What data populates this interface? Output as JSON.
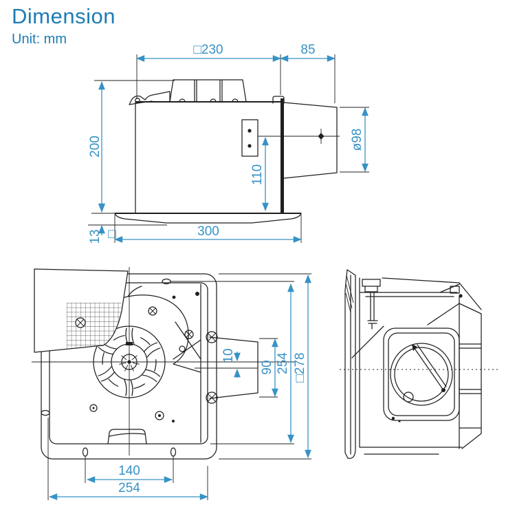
{
  "page": {
    "title": "Dimension",
    "unit_label": "Unit: mm"
  },
  "colors": {
    "accent_title": "#1d7cb4",
    "dimension_blue": "#3792c5",
    "line_black": "#1f1f1f"
  },
  "views": {
    "side": {
      "label": "side view",
      "dims": {
        "body_width": "□230",
        "duct_length": "85",
        "body_height": "200",
        "duct_center_to_panel": "110",
        "duct_diameter": "ø98",
        "panel_thickness": "13",
        "panel_square_prefix": "□",
        "panel_width": "300"
      }
    },
    "bottom": {
      "label": "bottom view",
      "dims": {
        "duct_center_offset": "10",
        "duct_opening_width": "90",
        "body_height": "254",
        "panel_square": "□278",
        "mounting_pitch": "140",
        "body_width": "254"
      }
    },
    "end": {
      "label": "end view"
    }
  }
}
